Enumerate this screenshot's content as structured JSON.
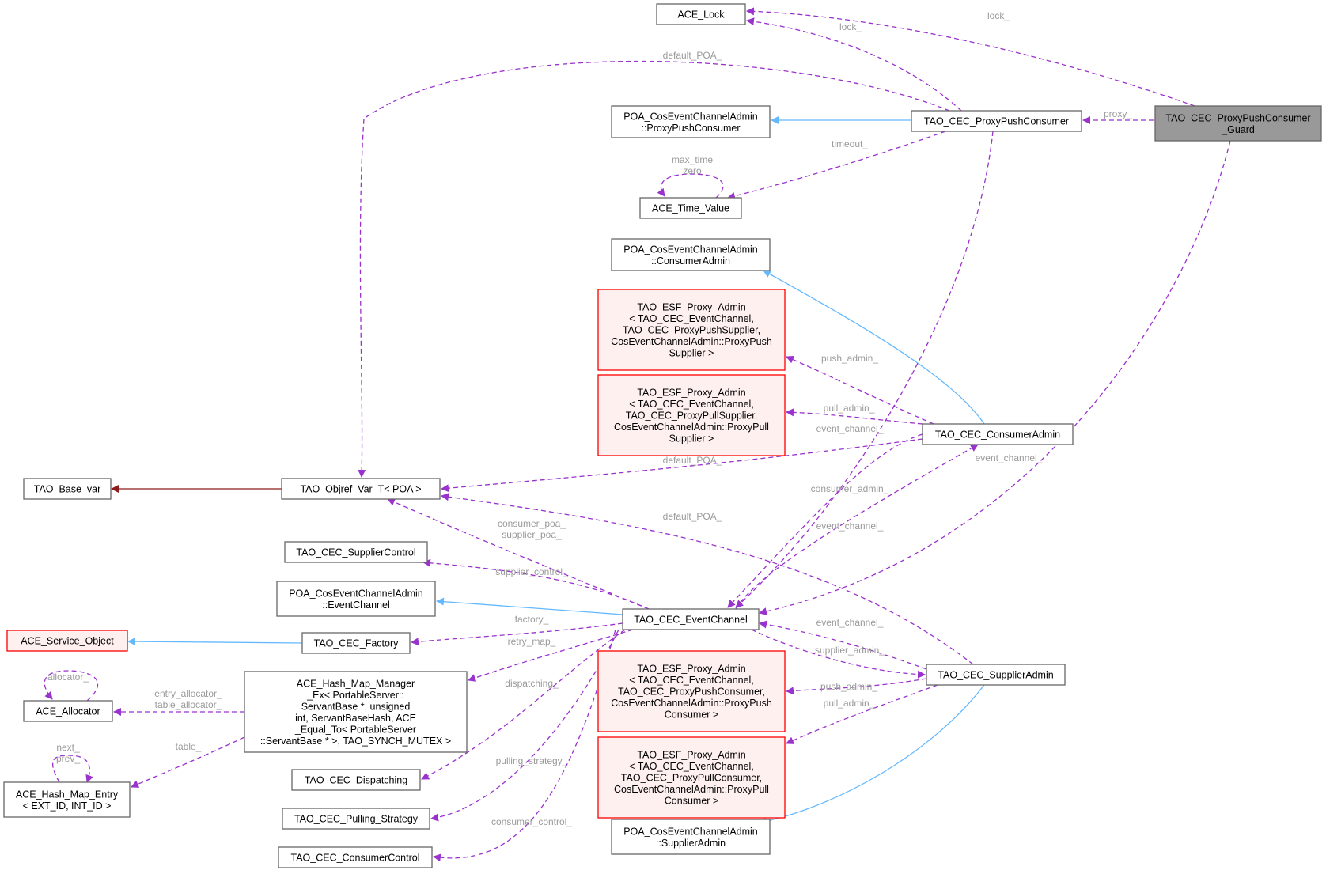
{
  "colors": {
    "dependency": "#9a32cd",
    "inheritance": "#63b8ff",
    "public_base": "#8b1a1a",
    "label_grey": "#9a9a9a",
    "focus_fill": "#999999",
    "warning_border": "#ff0000",
    "warning_fill": "#fff0f0"
  },
  "nodes": {
    "ace_lock": {
      "lines": [
        "ACE_Lock"
      ]
    },
    "guard": {
      "lines": [
        "TAO_CEC_ProxyPushConsumer",
        "_Guard"
      ]
    },
    "ppc": {
      "lines": [
        "TAO_CEC_ProxyPushConsumer"
      ]
    },
    "poa_ppc": {
      "lines": [
        "POA_CosEventChannelAdmin",
        "::ProxyPushConsumer"
      ]
    },
    "time_value": {
      "lines": [
        "ACE_Time_Value"
      ]
    },
    "poa_ca": {
      "lines": [
        "POA_CosEventChannelAdmin",
        "::ConsumerAdmin"
      ]
    },
    "esf_push_supplier": {
      "lines": [
        "TAO_ESF_Proxy_Admin",
        "< TAO_CEC_EventChannel,",
        "TAO_CEC_ProxyPushSupplier,",
        "CosEventChannelAdmin::ProxyPush",
        "Supplier >"
      ]
    },
    "esf_pull_supplier": {
      "lines": [
        "TAO_ESF_Proxy_Admin",
        "< TAO_CEC_EventChannel,",
        "TAO_CEC_ProxyPullSupplier,",
        "CosEventChannelAdmin::ProxyPull",
        "Supplier >"
      ]
    },
    "consumer_admin": {
      "lines": [
        "TAO_CEC_ConsumerAdmin"
      ]
    },
    "base_var": {
      "lines": [
        "TAO_Base_var"
      ]
    },
    "objref_var": {
      "lines": [
        "TAO_Objref_Var_T< POA >"
      ]
    },
    "supplier_control": {
      "lines": [
        "TAO_CEC_SupplierControl"
      ]
    },
    "poa_ec": {
      "lines": [
        "POA_CosEventChannelAdmin",
        "::EventChannel"
      ]
    },
    "event_channel": {
      "lines": [
        "TAO_CEC_EventChannel"
      ]
    },
    "service_object": {
      "lines": [
        "ACE_Service_Object"
      ]
    },
    "factory": {
      "lines": [
        "TAO_CEC_Factory"
      ]
    },
    "allocator": {
      "lines": [
        "ACE_Allocator"
      ]
    },
    "hash_map_manager": {
      "lines": [
        "ACE_Hash_Map_Manager",
        "_Ex< PortableServer::",
        "ServantBase *, unsigned",
        " int, ServantBaseHash, ACE",
        "_Equal_To< PortableServer",
        "::ServantBase * >, TAO_SYNCH_MUTEX >"
      ]
    },
    "hash_map_entry": {
      "lines": [
        "ACE_Hash_Map_Entry",
        "< EXT_ID, INT_ID >"
      ]
    },
    "dispatching": {
      "lines": [
        "TAO_CEC_Dispatching"
      ]
    },
    "pulling_strategy": {
      "lines": [
        "TAO_CEC_Pulling_Strategy"
      ]
    },
    "consumer_control": {
      "lines": [
        "TAO_CEC_ConsumerControl"
      ]
    },
    "esf_push_consumer": {
      "lines": [
        "TAO_ESF_Proxy_Admin",
        "< TAO_CEC_EventChannel,",
        "TAO_CEC_ProxyPushConsumer,",
        "CosEventChannelAdmin::ProxyPush",
        "Consumer >"
      ]
    },
    "supplier_admin": {
      "lines": [
        "TAO_CEC_SupplierAdmin"
      ]
    },
    "esf_pull_consumer": {
      "lines": [
        "TAO_ESF_Proxy_Admin",
        "< TAO_CEC_EventChannel,",
        "TAO_CEC_ProxyPullConsumer,",
        "CosEventChannelAdmin::ProxyPull",
        "Consumer >"
      ]
    },
    "poa_sa": {
      "lines": [
        "POA_CosEventChannelAdmin",
        "::SupplierAdmin"
      ]
    }
  },
  "edge_labels": {
    "guard_lock": [
      "lock_"
    ],
    "ppc_lock": [
      "lock_"
    ],
    "ppc_default_poa": [
      "default_POA_"
    ],
    "guard_proxy": [
      "proxy_"
    ],
    "ppc_timeout": [
      "timeout_"
    ],
    "tv_self": [
      "max_time",
      "zero"
    ],
    "ca_push_admin": [
      "push_admin_"
    ],
    "ca_pull_admin": [
      "pull_admin_"
    ],
    "ppc_event_channel": [
      "event_channel_"
    ],
    "ca_event_channel": [
      "event_channel_"
    ],
    "ca_default_poa": [
      "default_POA_"
    ],
    "ec_consumer_admin": [
      "consumer_admin_"
    ],
    "sa_default_poa": [
      "default_POA_"
    ],
    "guard_event_channel": [
      "event_channel_"
    ],
    "ec_poas": [
      "consumer_poa_",
      "supplier_poa_"
    ],
    "ec_supplier_control": [
      "supplier_control_"
    ],
    "ec_factory": [
      "factory_"
    ],
    "sa_event_channel": [
      "event_channel_"
    ],
    "ec_retry_map": [
      "retry_map_"
    ],
    "ec_supplier_admin": [
      "supplier_admin_"
    ],
    "alloc_self": [
      "allocator_"
    ],
    "hmm_allocators": [
      "entry_allocator_",
      "table_allocator_"
    ],
    "ec_dispatching": [
      "dispatching_"
    ],
    "sa_push_admin": [
      "push_admin_"
    ],
    "sa_pull_admin": [
      "pull_admin_"
    ],
    "entry_self": [
      "next_",
      "prev_"
    ],
    "hmm_table": [
      "table_"
    ],
    "ec_pulling_strategy": [
      "pulling_strategy_"
    ],
    "ec_consumer_control": [
      "consumer_control_"
    ]
  }
}
